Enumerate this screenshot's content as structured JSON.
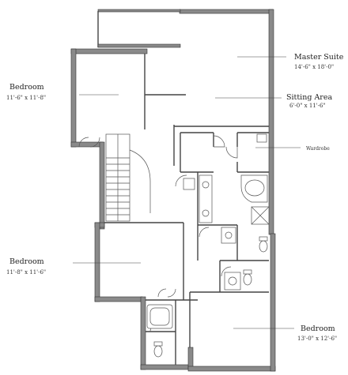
{
  "rooms": {
    "master_suite": {
      "name": "Master Suite",
      "dims": "14'-6\" x 18'-0\""
    },
    "sitting_area": {
      "name": "Sitting Area",
      "dims": "6'-0\" x 11'-6\""
    },
    "wardrobe": {
      "name": "Wardrobe"
    },
    "bedroom_top_left": {
      "name": "Bedroom",
      "dims": "11'-6\" x 11'-8\""
    },
    "bedroom_mid_left": {
      "name": "Bedroom",
      "dims": "11'-8\" x 11'-6\""
    },
    "bedroom_bottom_right": {
      "name": "Bedroom",
      "dims": "13'-0\" x 12'-6\""
    }
  }
}
